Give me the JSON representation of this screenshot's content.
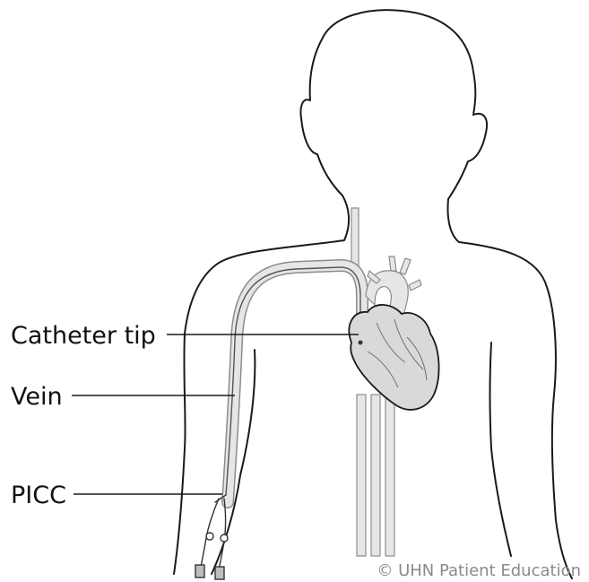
{
  "labels": {
    "catheter_tip": "Catheter tip",
    "vein": "Vein",
    "picc": "PICC"
  },
  "credit": "© UHN Patient Education",
  "colors": {
    "outline": "#1a1a1a",
    "vessel_fill": "#e6e6e6",
    "vessel_stroke": "#8c8c8c",
    "heart_fill": "#d9d9d9",
    "credit_text": "#8a8a8a"
  }
}
